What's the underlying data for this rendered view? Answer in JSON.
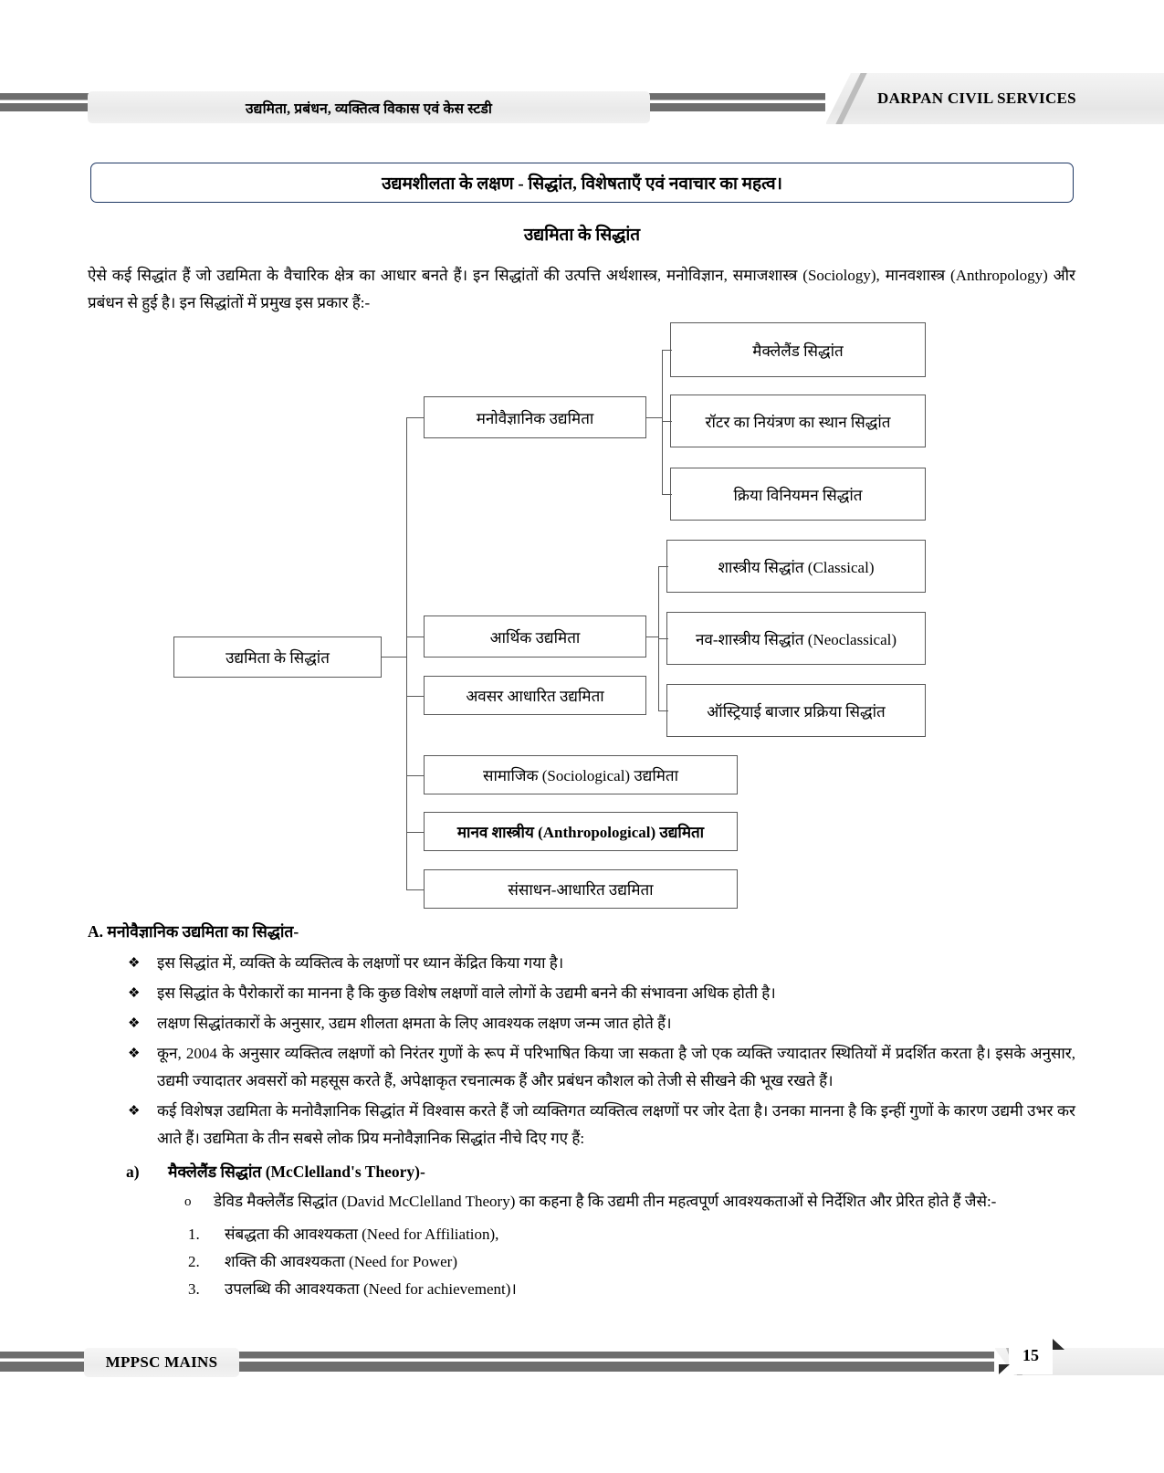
{
  "header": {
    "left_title": "उद्यमिता, प्रबंधन, व्यक्तित्व विकास एवं केस स्टडी",
    "brand": "DARPAN CIVIL SERVICES"
  },
  "title_box": {
    "text": "उद्यमशीलता के लक्षण - सिद्धांत, विशेषताएँ एवं नवाचार का महत्व।"
  },
  "subtitle": "उद्यमिता के सिद्धांत",
  "intro_paragraph": "ऐसे कई सिद्धांत हैं जो उद्यमिता के वैचारिक क्षेत्र का आधार बनते हैं। इन सिद्धांतों की उत्पत्ति अर्थशास्त्र, मनोविज्ञान, समाजशास्त्र (Sociology), मानवशास्त्र (Anthropology) और प्रबंधन से हुई है। इन सिद्धांतों में प्रमुख इस प्रकार हैं:-",
  "diagram": {
    "root": "उद्यमिता के सिद्धांत",
    "branches": [
      {
        "label": "मनोवैज्ञानिक उद्यमिता",
        "children": [
          "मैक्लेलैंड सिद्धांत",
          "रॉटर का नियंत्रण का स्थान सिद्धांत",
          "क्रिया विनियमन सिद्धांत"
        ]
      },
      {
        "label": "आर्थिक उद्यमिता",
        "children": [
          "शास्त्रीय सिद्धांत (Classical)",
          "नव-शास्त्रीय सिद्धांत (Neoclassical)",
          "ऑस्ट्रियाई बाजार प्रक्रिया सिद्धांत"
        ]
      },
      {
        "label": "अवसर आधारित उद्यमिता",
        "children": []
      },
      {
        "label": "सामाजिक (Sociological) उद्यमिता",
        "children": []
      },
      {
        "label": "मानव शास्त्रीय (Anthropological) उद्यमिता",
        "children": []
      },
      {
        "label": "संसाधन-आधारित उद्यमिता",
        "children": []
      }
    ]
  },
  "section_a": {
    "heading": "A. मनोवैज्ञानिक उद्यमिता का सिद्धांत-",
    "bullet_marker": "❖",
    "bullets": [
      "इस सिद्धांत में, व्यक्ति के व्यक्तित्व के लक्षणों पर ध्यान केंद्रित किया गया है।",
      "इस सिद्धांत के पैरोकारों का मानना है कि कुछ विशेष लक्षणों वाले लोगों के उद्यमी बनने की संभावना अधिक होती है।",
      "लक्षण सिद्धांतकारों के अनुसार, उद्यम शीलता क्षमता के लिए आवश्यक लक्षण जन्म जात होते हैं।",
      "कून, 2004 के अनुसार व्यक्तित्व लक्षणों को निरंतर गुणों के रूप में परिभाषित किया जा सकता है जो एक व्यक्ति ज्यादातर स्थितियों में प्रदर्शित करता है। इसके अनुसार, उद्यमी ज्यादातर अवसरों को महसूस करते हैं, अपेक्षाकृत रचनात्मक हैं और प्रबंधन कौशल को तेजी से सीखने की भूख रखते हैं।",
      "कई विशेषज्ञ उद्यमिता के मनोवैज्ञानिक सिद्धांत में विश्वास करते हैं जो व्यक्तिगत व्यक्तित्व लक्षणों पर जोर देता है। उनका मानना है कि इन्हीं गुणों के कारण उद्यमी उभर कर आते हैं। उद्यमिता के तीन सबसे लोक प्रिय मनोवैज्ञानिक सिद्धांत नीचे दिए गए हैं:"
    ]
  },
  "item_a": {
    "label": "a)",
    "title": "मैक्लेलैंड सिद्धांत (McClelland's Theory)-",
    "sub_marker": "o",
    "sub_text": "डेविड मैक्लेलैंड सिद्धांत (David McClelland Theory) का कहना है कि उद्यमी तीन महत्वपूर्ण आवश्यकताओं से निर्देशित और प्रेरित होते हैं जैसे:-",
    "numbered": [
      {
        "num": "1.",
        "text": "संबद्धता की आवश्यकता (Need for Affiliation),"
      },
      {
        "num": "2.",
        "text": "शक्ति की आवश्यकता (Need for Power)"
      },
      {
        "num": "3.",
        "text": "उपलब्धि की आवश्यकता (Need for achievement)।"
      }
    ]
  },
  "footer": {
    "exam_label": "MPPSC MAINS",
    "page_number": "15"
  },
  "colors": {
    "title_border": "#1f3864",
    "node_border": "#595959",
    "bar_dark": "#6d6d6d",
    "plate_bg": "#eeeeee"
  }
}
